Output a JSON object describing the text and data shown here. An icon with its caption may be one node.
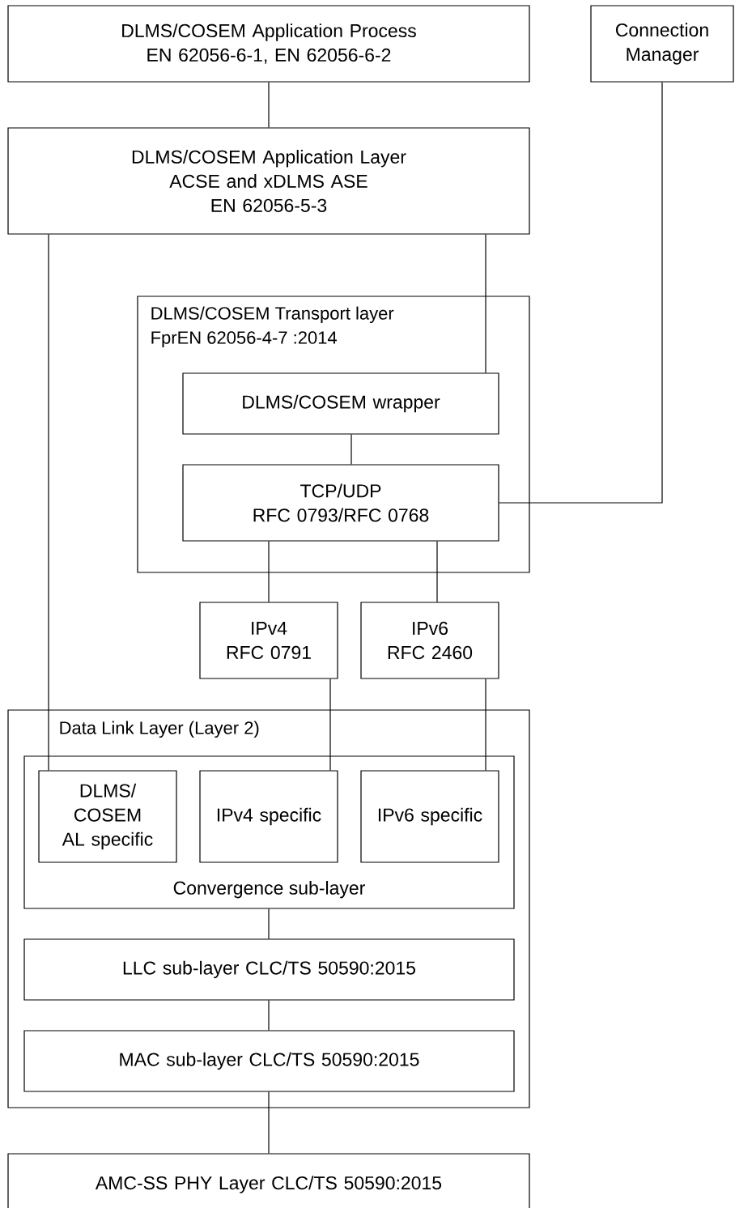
{
  "diagram": {
    "nodes": [
      {
        "text": [
          "DLMS/COSEM Application Process",
          "EN 62056-6-1, EN 62056-6-2"
        ]
      },
      {
        "text": [
          "Connection Manager"
        ]
      },
      {
        "text": [
          "DLMS/COSEM Application Layer",
          "ACSE and xDLMS ASE",
          "EN 62056-5-3"
        ]
      },
      {
        "text": [
          "DLMS/COSEM Transport layer",
          "FprEN 62056-4-7 :2014"
        ]
      },
      {
        "text": [
          "DLMS/COSEM wrapper"
        ],
        "in": 3
      },
      {
        "text": [
          "TCP/UDP",
          "RFC 0793/RFC 0768"
        ],
        "in": 3
      },
      {
        "text": [
          "IPv4",
          "RFC 0791"
        ]
      },
      {
        "text": [
          "IPv6",
          "RFC 2460"
        ]
      },
      {
        "text": [
          "Data Link Layer (Layer 2)"
        ]
      },
      {
        "text": [
          "Convergence sub-layer"
        ],
        "in": 8
      },
      {
        "text": [
          "DLMS/ COSEM AL specific"
        ],
        "in": 9
      },
      {
        "text": [
          "IPv4 specific"
        ],
        "in": 9
      },
      {
        "text": [
          "IPv6 specific"
        ],
        "in": 9
      },
      {
        "text": [
          "LLC sub-layer CLC/TS 50590:2015"
        ],
        "in": 8
      },
      {
        "text": [
          "MAC sub-layer CLC/TS 50590:2015"
        ],
        "in": 8
      },
      {
        "text": [
          "AMC-SS PHY Layer CLC/TS 50590:2015"
        ]
      }
    ],
    "edges": [
      {
        "from": 0,
        "to": 2,
        "arrow": "none"
      },
      {
        "from": 1,
        "to": 5,
        "arrow": "none"
      },
      {
        "from": 2,
        "to": 10,
        "arrow": "none"
      },
      {
        "from": 2,
        "to": 4,
        "arrow": "none"
      },
      {
        "from": 4,
        "to": 5,
        "arrow": "none"
      },
      {
        "from": 5,
        "to": 6,
        "arrow": "none"
      },
      {
        "from": 5,
        "to": 7,
        "arrow": "none"
      },
      {
        "from": 6,
        "to": 11,
        "arrow": "none"
      },
      {
        "from": 7,
        "to": 12,
        "arrow": "none"
      },
      {
        "from": 9,
        "to": 13,
        "arrow": "none"
      },
      {
        "from": 13,
        "to": 14,
        "arrow": "none"
      },
      {
        "from": 14,
        "to": 15,
        "arrow": "none"
      }
    ]
  }
}
